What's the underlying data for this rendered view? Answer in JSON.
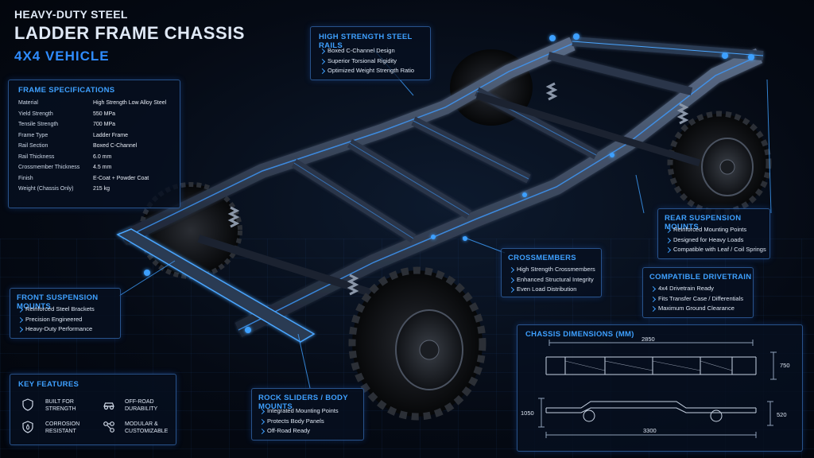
{
  "header": {
    "line1": "HEAVY-DUTY STEEL",
    "line2": "LADDER FRAME CHASSIS",
    "line3": "4X4 VEHICLE"
  },
  "specs": {
    "title": "FRAME SPECIFICATIONS",
    "rows": [
      {
        "k": "Material",
        "v": "High Strength Low Alloy Steel"
      },
      {
        "k": "Yield Strength",
        "v": "550 MPa"
      },
      {
        "k": "Tensile Strength",
        "v": "700 MPa"
      },
      {
        "k": "Frame Type",
        "v": "Ladder Frame"
      },
      {
        "k": "Rail Section",
        "v": "Boxed C-Channel"
      },
      {
        "k": "Rail Thickness",
        "v": "6.0 mm"
      },
      {
        "k": "Crossmember Thickness",
        "v": "4.5 mm"
      },
      {
        "k": "Finish",
        "v": "E-Coat + Powder Coat"
      },
      {
        "k": "Weight (Chassis Only)",
        "v": "215 kg"
      }
    ]
  },
  "rails": {
    "title": "HIGH STRENGTH STEEL RAILS",
    "items": [
      "Boxed C-Channel Design",
      "Superior Torsional Rigidity",
      "Optimized Weight Strength Ratio"
    ]
  },
  "rear": {
    "title": "REAR SUSPENSION MOUNTS",
    "items": [
      "Reinforced Mounting Points",
      "Designed for Heavy Loads",
      "Compatible with Leaf / Coil Springs"
    ]
  },
  "cross": {
    "title": "CROSSMEMBERS",
    "items": [
      "High Strength Crossmembers",
      "Enhanced Structural Integrity",
      "Even Load Distribution"
    ]
  },
  "drivetrain": {
    "title": "COMPATIBLE DRIVETRAIN",
    "items": [
      "4x4 Drivetrain Ready",
      "Fits Transfer Case / Differentials",
      "Maximum Ground Clearance"
    ]
  },
  "front": {
    "title": "FRONT SUSPENSION MOUNTS",
    "items": [
      "Reinforced Steel Brackets",
      "Precision Engineered",
      "Heavy-Duty Performance"
    ]
  },
  "rock": {
    "title": "ROCK SLIDERS / BODY MOUNTS",
    "items": [
      "Integrated Mounting Points",
      "Protects Body Panels",
      "Off-Road Ready"
    ]
  },
  "features": {
    "title": "KEY FEATURES",
    "items": [
      {
        "label1": "BUILT FOR",
        "label2": "STRENGTH",
        "icon": "shield-icon"
      },
      {
        "label1": "OFF-ROAD",
        "label2": "DURABILITY",
        "icon": "offroad-vehicle-icon"
      },
      {
        "label1": "CORROSION",
        "label2": "RESISTANT",
        "icon": "corrosion-shield-icon"
      },
      {
        "label1": "MODULAR &",
        "label2": "CUSTOMIZABLE",
        "icon": "modular-link-icon"
      }
    ]
  },
  "dimensions": {
    "title": "CHASSIS DIMENSIONS (mm)",
    "top_length": "2850",
    "top_height": "750",
    "side_left": "1050",
    "side_right": "520",
    "bottom_length": "3300"
  },
  "colors": {
    "accent": "#3ea0ff",
    "glow": "#2f8cff",
    "background": "#050a14"
  }
}
